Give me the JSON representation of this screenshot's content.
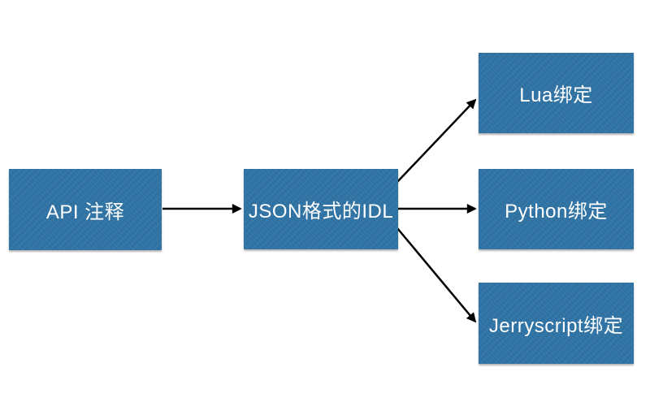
{
  "diagram": {
    "title": "",
    "colors": {
      "background": "#ffffff",
      "node_fill": "#2e73a5",
      "node_text": "#ffffff",
      "arrow": "#000000"
    },
    "nodes": {
      "api": {
        "label": "API 注释"
      },
      "idl": {
        "label": "JSON格式的IDL"
      },
      "lua": {
        "label": "Lua绑定"
      },
      "python": {
        "label": "Python绑定"
      },
      "jerryscript": {
        "label": "Jerryscript绑定"
      }
    },
    "edges": [
      {
        "from": "API 注释",
        "to": "JSON格式的IDL"
      },
      {
        "from": "JSON格式的IDL",
        "to": "Lua绑定"
      },
      {
        "from": "JSON格式的IDL",
        "to": "Python绑定"
      },
      {
        "from": "JSON格式的IDL",
        "to": "Jerryscript绑定"
      }
    ]
  }
}
